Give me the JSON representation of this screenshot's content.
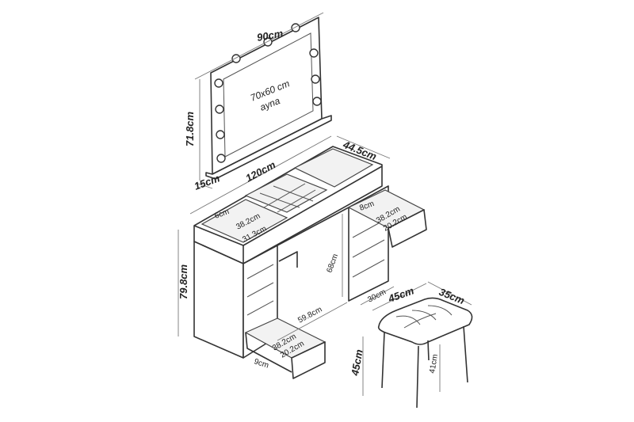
{
  "mirror": {
    "width": "90cm",
    "height": "71.8cm",
    "shelf_depth": "15cm",
    "size": "70x60 cm",
    "label": "ayna"
  },
  "table": {
    "width": "120cm",
    "depth": "44.5cm",
    "height": "79.8cm",
    "inner_height": "68cm",
    "leg_space_width": "59.8cm",
    "cabinet_depth": "30cm"
  },
  "top_compartment": {
    "depth": "6cm",
    "length": "38.2cm",
    "width": "31.3cm"
  },
  "side_drawer": {
    "depth": "8cm",
    "length": "38.2cm",
    "width": "20.2cm"
  },
  "bottom_drawer": {
    "depth": "9cm",
    "length": "38.2cm",
    "width": "20.2cm"
  },
  "stool": {
    "width": "45cm",
    "depth": "35cm",
    "height": "45cm",
    "leg_height": "41cm"
  }
}
